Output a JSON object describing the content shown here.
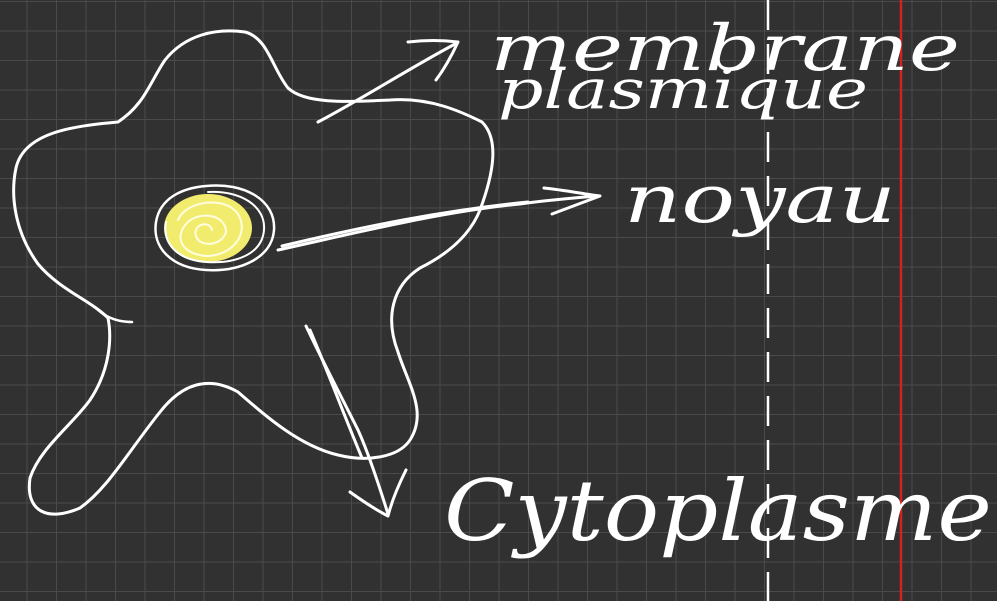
{
  "labels": {
    "membrane": "membrane",
    "plasmique": "plasmique",
    "noyau": "noyau",
    "cytoplasme": "Cytoplasme"
  },
  "colors": {
    "background": "#313131",
    "grid": "#4a4a4a",
    "ink": "#ffffff",
    "nucleus_fill": "#f2ec6e",
    "margin_line": "#d32020",
    "dashed_line": "#ffffff"
  }
}
